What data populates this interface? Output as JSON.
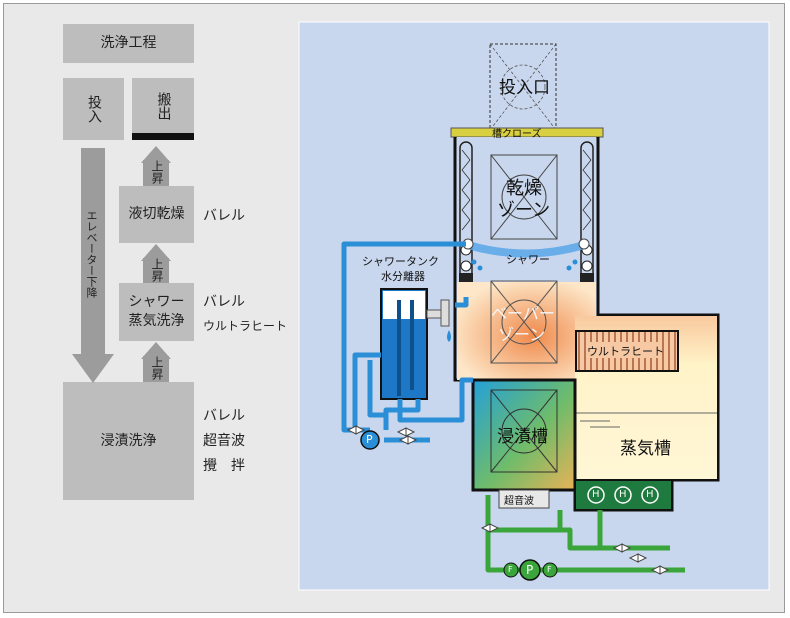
{
  "left": {
    "title": "洗浄工程",
    "load": "投入",
    "unload": "搬出",
    "dry": "液切乾燥",
    "shower_l1": "シャワー",
    "shower_l2": "蒸気洗浄",
    "immersion": "浸漬洗浄",
    "up1": "上昇",
    "up2": "上昇",
    "up3": "上昇",
    "elevator": "エレベーター下降",
    "dry_note": "バレル",
    "shower_note1": "バレル",
    "shower_note2": "ウルトラヒート",
    "imm_note1": "バレル",
    "imm_note2": "超音波",
    "imm_note3": "攪　拌"
  },
  "right": {
    "inlet": "投入口",
    "lid": "槽クローズ",
    "dry_zone_1": "乾燥",
    "dry_zone_2": "ゾーン",
    "shower": "シャワー",
    "tank_1": "シャワータンク",
    "tank_2": "水分離器",
    "vapor_1": "ベーパー",
    "vapor_2": "ゾーン",
    "ultraheat": "ウルトラヒート",
    "immersion_tank": "浸漬槽",
    "steam_tank": "蒸気槽",
    "ultrasonic": "超音波",
    "pump": "P",
    "heater": "H",
    "filter": "F"
  },
  "colors": {
    "frame_bg": "#e9e9e9",
    "box_gray": "#bdbdbd",
    "panel_bg": "#c9d7ee",
    "pipe_blue": "#2a8fd6",
    "pipe_green": "#3aa53a",
    "tank_blue": "#1e78c8",
    "steam_cream": "#fff3c8",
    "lid_yellow": "#d8d040"
  }
}
